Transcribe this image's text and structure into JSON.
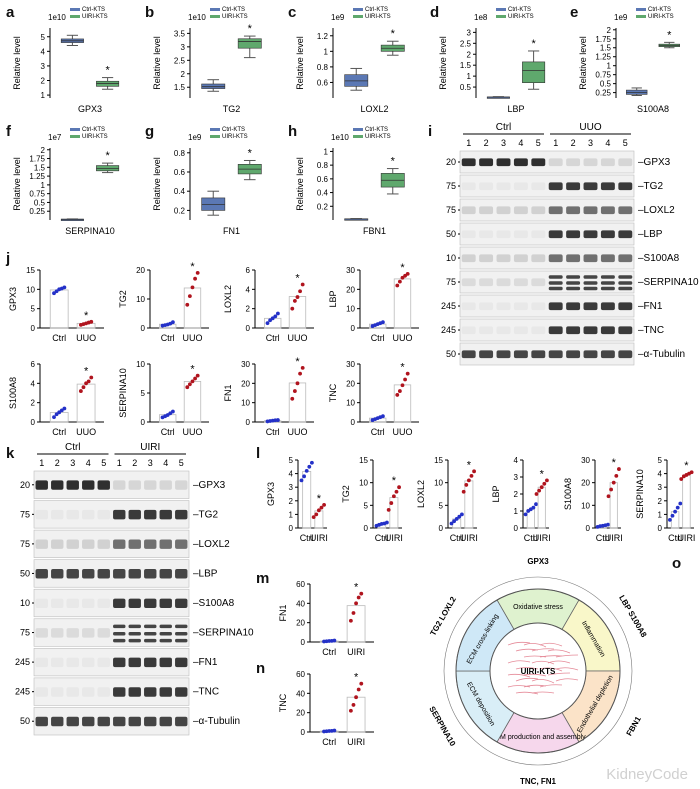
{
  "panel_letters": {
    "a": "a",
    "b": "b",
    "c": "c",
    "d": "d",
    "e": "e",
    "f": "f",
    "g": "g",
    "h": "h",
    "i": "i",
    "j": "j",
    "k": "k",
    "l": "l",
    "m": "m",
    "n": "n",
    "o": "o"
  },
  "legend": {
    "ctrl": "Ctrl-KTS",
    "uiri": "UIRI-KTS"
  },
  "box_ylabel": "Relative level",
  "colors": {
    "ctrl_box": "#5b78b4",
    "uiri_box": "#5fa86d",
    "dot_blue": "#2431c8",
    "dot_red": "#b0141e",
    "blot_dark": "#1a1a1a"
  },
  "blot_i": {
    "groups": [
      "Ctrl",
      "UUO"
    ],
    "lanes": [
      "1",
      "2",
      "3",
      "4",
      "5",
      "1",
      "2",
      "3",
      "4",
      "5"
    ],
    "rows": [
      {
        "name": "GPX3",
        "marker": "20",
        "pattern": "ctrl"
      },
      {
        "name": "TG2",
        "marker": "75",
        "pattern": "uuo"
      },
      {
        "name": "LOXL2",
        "marker": "75",
        "pattern": "uuo_light"
      },
      {
        "name": "LBP",
        "marker": "50",
        "pattern": "uuo"
      },
      {
        "name": "S100A8",
        "marker": "10",
        "pattern": "uuo_light"
      },
      {
        "name": "SERPINA10",
        "marker": "75",
        "pattern": "uuo_multi"
      },
      {
        "name": "FN1",
        "marker": "245",
        "pattern": "uuo"
      },
      {
        "name": "TNC",
        "marker": "245",
        "pattern": "uuo"
      },
      {
        "name": "α-Tubulin",
        "marker": "50",
        "pattern": "all"
      }
    ]
  },
  "blot_k": {
    "groups": [
      "Ctrl",
      "UIRI"
    ],
    "lanes": [
      "1",
      "2",
      "3",
      "4",
      "5",
      "1",
      "2",
      "3",
      "4",
      "5"
    ],
    "rows": [
      {
        "name": "GPX3",
        "marker": "20",
        "pattern": "ctrl"
      },
      {
        "name": "TG2",
        "marker": "75",
        "pattern": "uuo"
      },
      {
        "name": "LOXL2",
        "marker": "75",
        "pattern": "uuo_light"
      },
      {
        "name": "LBP",
        "marker": "50",
        "pattern": "all"
      },
      {
        "name": "S100A8",
        "marker": "10",
        "pattern": "uuo"
      },
      {
        "name": "SERPINA10",
        "marker": "75",
        "pattern": "uuo_multi"
      },
      {
        "name": "FN1",
        "marker": "245",
        "pattern": "uuo"
      },
      {
        "name": "TNC",
        "marker": "245",
        "pattern": "uuo"
      },
      {
        "name": "α-Tubulin",
        "marker": "50",
        "pattern": "all"
      }
    ]
  },
  "wheel": {
    "center": "UIRI-KTS",
    "sectors": [
      "Oxidative stress",
      "Inflammation",
      "Endothelial depletion",
      "ECM production and assembly",
      "ECM deposition",
      "ECM cross-linking"
    ],
    "genes": [
      "GPX3",
      "LBP  S100A8",
      "FBN1",
      "TNC,  FN1",
      "SERPINA10",
      "TG2  LOXL2"
    ]
  },
  "watermark": "KidneyCode",
  "chart_data": [
    {
      "id": "a",
      "type": "box",
      "title": "",
      "exponent": "1e10",
      "xlabel": "GPX3",
      "ylabel": "Relative level",
      "ylim": [
        0.8,
        5.6
      ],
      "ticks": [
        1,
        2,
        3,
        4,
        5
      ],
      "series": [
        {
          "name": "Ctrl-KTS",
          "min": 4.4,
          "q1": 4.6,
          "median": 4.72,
          "q3": 4.85,
          "max": 5.1
        },
        {
          "name": "UIRI-KTS",
          "min": 1.4,
          "q1": 1.6,
          "median": 1.8,
          "q3": 1.95,
          "max": 2.2
        }
      ],
      "star": "*"
    },
    {
      "id": "b",
      "type": "box",
      "title": "",
      "exponent": "1e10",
      "xlabel": "TG2",
      "ylabel": "Relative level",
      "ylim": [
        1.1,
        3.7
      ],
      "ticks": [
        1.5,
        2.0,
        2.5,
        3.0,
        3.5
      ],
      "series": [
        {
          "name": "Ctrl-KTS",
          "min": 1.35,
          "q1": 1.45,
          "median": 1.52,
          "q3": 1.62,
          "max": 1.78
        },
        {
          "name": "UIRI-KTS",
          "min": 2.6,
          "q1": 2.95,
          "median": 3.2,
          "q3": 3.3,
          "max": 3.4
        }
      ],
      "star": "*"
    },
    {
      "id": "c",
      "type": "box",
      "title": "",
      "exponent": "1e9",
      "xlabel": "LOXL2",
      "ylabel": "Relative level",
      "ylim": [
        0.4,
        1.3
      ],
      "ticks": [
        0.6,
        0.8,
        1.0,
        1.2
      ],
      "series": [
        {
          "name": "Ctrl-KTS",
          "min": 0.5,
          "q1": 0.55,
          "median": 0.62,
          "q3": 0.7,
          "max": 0.78
        },
        {
          "name": "UIRI-KTS",
          "min": 0.95,
          "q1": 1.0,
          "median": 1.04,
          "q3": 1.08,
          "max": 1.13
        }
      ],
      "star": "*"
    },
    {
      "id": "d",
      "type": "box",
      "title": "",
      "exponent": "1e8",
      "xlabel": "LBP",
      "ylabel": "Relative level",
      "ylim": [
        0,
        3.2
      ],
      "ticks": [
        0.5,
        1.0,
        1.5,
        2.0,
        2.5,
        3.0
      ],
      "series": [
        {
          "name": "Ctrl-KTS",
          "min": 0.02,
          "q1": 0.03,
          "median": 0.04,
          "q3": 0.05,
          "max": 0.06
        },
        {
          "name": "UIRI-KTS",
          "min": 0.4,
          "q1": 0.7,
          "median": 1.25,
          "q3": 1.65,
          "max": 2.15
        }
      ],
      "star": "*"
    },
    {
      "id": "e",
      "type": "box",
      "title": "",
      "exponent": "1e9",
      "xlabel": "S100A8",
      "ylabel": "Relative level",
      "ylim": [
        0.1,
        2.05
      ],
      "ticks": [
        0.25,
        0.5,
        0.75,
        1.0,
        1.25,
        1.5,
        1.75,
        2.0
      ],
      "series": [
        {
          "name": "Ctrl-KTS",
          "min": 0.17,
          "q1": 0.2,
          "median": 0.25,
          "q3": 0.32,
          "max": 0.38
        },
        {
          "name": "UIRI-KTS",
          "min": 1.5,
          "q1": 1.53,
          "median": 1.56,
          "q3": 1.6,
          "max": 1.65
        }
      ],
      "star": "*"
    },
    {
      "id": "f",
      "type": "box",
      "title": "",
      "exponent": "1e7",
      "xlabel": "SERPINA10",
      "ylabel": "Relative level",
      "ylim": [
        0,
        2.05
      ],
      "ticks": [
        0.25,
        0.5,
        0.75,
        1.0,
        1.25,
        1.5,
        1.75,
        2.0
      ],
      "series": [
        {
          "name": "Ctrl-KTS",
          "min": 0.01,
          "q1": 0.015,
          "median": 0.02,
          "q3": 0.025,
          "max": 0.03
        },
        {
          "name": "UIRI-KTS",
          "min": 1.35,
          "q1": 1.4,
          "median": 1.47,
          "q3": 1.55,
          "max": 1.62
        }
      ],
      "star": "*"
    },
    {
      "id": "g",
      "type": "box",
      "title": "",
      "exponent": "1e9",
      "xlabel": "FN1",
      "ylabel": "Relative level",
      "ylim": [
        0.1,
        0.85
      ],
      "ticks": [
        0.2,
        0.4,
        0.6,
        0.8
      ],
      "series": [
        {
          "name": "Ctrl-KTS",
          "min": 0.15,
          "q1": 0.2,
          "median": 0.26,
          "q3": 0.33,
          "max": 0.4
        },
        {
          "name": "UIRI-KTS",
          "min": 0.52,
          "q1": 0.58,
          "median": 0.63,
          "q3": 0.68,
          "max": 0.72
        }
      ],
      "star": "*"
    },
    {
      "id": "h",
      "type": "box",
      "title": "",
      "exponent": "1e10",
      "xlabel": "FBN1",
      "ylabel": "Relative level",
      "ylim": [
        0,
        1.05
      ],
      "ticks": [
        0.2,
        0.4,
        0.6,
        0.8,
        1.0
      ],
      "series": [
        {
          "name": "Ctrl-KTS",
          "min": 0.01,
          "q1": 0.012,
          "median": 0.015,
          "q3": 0.018,
          "max": 0.02
        },
        {
          "name": "UIRI-KTS",
          "min": 0.38,
          "q1": 0.48,
          "median": 0.58,
          "q3": 0.68,
          "max": 0.75
        }
      ],
      "star": "*"
    },
    {
      "id": "j1",
      "type": "dot-bar",
      "ylabel": "GPX3",
      "categories": [
        "Ctrl",
        "UUO"
      ],
      "ylim": [
        0,
        15
      ],
      "ticks": [
        0,
        5,
        10,
        15
      ],
      "ctrl": [
        9,
        9.5,
        10,
        10.2,
        10.5
      ],
      "case": [
        0.8,
        1,
        1.2,
        1.4,
        1.6
      ],
      "star": "*"
    },
    {
      "id": "j2",
      "type": "dot-bar",
      "ylabel": "TG2",
      "categories": [
        "Ctrl",
        "UUO"
      ],
      "ylim": [
        0,
        20
      ],
      "ticks": [
        0,
        10,
        20
      ],
      "ctrl": [
        0.8,
        1,
        1.2,
        1.5,
        2
      ],
      "case": [
        8,
        11,
        14,
        17,
        19
      ],
      "star": "*"
    },
    {
      "id": "j3",
      "type": "dot-bar",
      "ylabel": "LOXL2",
      "categories": [
        "Ctrl",
        "UUO"
      ],
      "ylim": [
        0,
        6
      ],
      "ticks": [
        0,
        2,
        4,
        6
      ],
      "ctrl": [
        0.5,
        0.8,
        1,
        1.2,
        1.5
      ],
      "case": [
        2,
        2.8,
        3.2,
        3.8,
        4.5
      ],
      "star": "*"
    },
    {
      "id": "j4",
      "type": "dot-bar",
      "ylabel": "LBP",
      "categories": [
        "Ctrl",
        "UUO"
      ],
      "ylim": [
        0,
        30
      ],
      "ticks": [
        0,
        10,
        20,
        30
      ],
      "ctrl": [
        1,
        1.5,
        2,
        2.5,
        3
      ],
      "case": [
        22,
        24,
        26,
        27,
        28
      ],
      "star": "*"
    },
    {
      "id": "j5",
      "type": "dot-bar",
      "ylabel": "S100A8",
      "categories": [
        "Ctrl",
        "UUO"
      ],
      "ylim": [
        0,
        6
      ],
      "ticks": [
        0,
        2,
        4,
        6
      ],
      "ctrl": [
        0.5,
        0.8,
        1,
        1.2,
        1.4
      ],
      "case": [
        3.2,
        3.6,
        4,
        4.2,
        4.6
      ],
      "star": "*"
    },
    {
      "id": "j6",
      "type": "dot-bar",
      "ylabel": "SERPINA10",
      "categories": [
        "Ctrl",
        "UUO"
      ],
      "ylim": [
        0,
        10
      ],
      "ticks": [
        0,
        5,
        10
      ],
      "ctrl": [
        0.8,
        1,
        1.2,
        1.5,
        1.8
      ],
      "case": [
        6,
        6.5,
        7,
        7.5,
        8
      ],
      "star": "*"
    },
    {
      "id": "j7",
      "type": "dot-bar",
      "ylabel": "FN1",
      "categories": [
        "Ctrl",
        "UUO"
      ],
      "ylim": [
        0,
        30
      ],
      "ticks": [
        0,
        10,
        20,
        30
      ],
      "ctrl": [
        0.3,
        0.5,
        0.7,
        0.9,
        1
      ],
      "case": [
        12,
        16,
        20,
        25,
        28
      ],
      "star": "*"
    },
    {
      "id": "j8",
      "type": "dot-bar",
      "ylabel": "TNC",
      "categories": [
        "Ctrl",
        "UUO"
      ],
      "ylim": [
        0,
        30
      ],
      "ticks": [
        0,
        10,
        20,
        30
      ],
      "ctrl": [
        1,
        1.5,
        2,
        2.5,
        3
      ],
      "case": [
        14,
        16,
        19,
        22,
        25
      ],
      "star": "*"
    },
    {
      "id": "l1",
      "type": "dot-bar",
      "ylabel": "GPX3",
      "categories": [
        "Ctrl",
        "UIRI"
      ],
      "ylim": [
        0,
        5
      ],
      "ticks": [
        0,
        1,
        2,
        3,
        4,
        5
      ],
      "ctrl": [
        3.5,
        3.8,
        4.2,
        4.5,
        4.8
      ],
      "case": [
        0.8,
        1,
        1.3,
        1.5,
        1.7
      ],
      "star": "*"
    },
    {
      "id": "l2",
      "type": "dot-bar",
      "ylabel": "TG2",
      "categories": [
        "Ctrl",
        "UIRI"
      ],
      "ylim": [
        0,
        15
      ],
      "ticks": [
        0,
        5,
        10,
        15
      ],
      "ctrl": [
        0.5,
        0.7,
        0.9,
        1,
        1.2
      ],
      "case": [
        4,
        5.5,
        7,
        8,
        9
      ],
      "star": "*"
    },
    {
      "id": "l3",
      "type": "dot-bar",
      "ylabel": "LOXL2",
      "categories": [
        "Ctrl",
        "UIRI"
      ],
      "ylim": [
        0,
        15
      ],
      "ticks": [
        0,
        5,
        10,
        15
      ],
      "ctrl": [
        1,
        1.5,
        2,
        2.5,
        3
      ],
      "case": [
        8,
        9.5,
        10.5,
        11.5,
        12.5
      ],
      "star": "*"
    },
    {
      "id": "l4",
      "type": "dot-bar",
      "ylabel": "LBP",
      "categories": [
        "Ctrl",
        "UIRI"
      ],
      "ylim": [
        0,
        4
      ],
      "ticks": [
        0,
        1,
        2,
        3,
        4
      ],
      "ctrl": [
        0.8,
        1,
        1.1,
        1.2,
        1.4
      ],
      "case": [
        2,
        2.2,
        2.4,
        2.6,
        2.8
      ],
      "star": "*"
    },
    {
      "id": "l5",
      "type": "dot-bar",
      "ylabel": "S100A8",
      "categories": [
        "Ctrl",
        "UIRI"
      ],
      "ylim": [
        0,
        30
      ],
      "ticks": [
        0,
        10,
        20,
        30
      ],
      "ctrl": [
        0.5,
        0.8,
        1,
        1.2,
        1.5
      ],
      "case": [
        14,
        17,
        20,
        23,
        26
      ],
      "star": "*"
    },
    {
      "id": "l6",
      "type": "dot-bar",
      "ylabel": "SERPINA10",
      "categories": [
        "Ctrl",
        "UIRI"
      ],
      "ylim": [
        0,
        5
      ],
      "ticks": [
        0,
        1,
        2,
        3,
        4,
        5
      ],
      "ctrl": [
        0.6,
        0.9,
        1.2,
        1.5,
        1.8
      ],
      "case": [
        3.6,
        3.8,
        3.9,
        4,
        4.1
      ],
      "star": "*"
    },
    {
      "id": "m",
      "type": "dot-bar",
      "ylabel": "FN1",
      "categories": [
        "Ctrl",
        "UIRI"
      ],
      "ylim": [
        0,
        60
      ],
      "ticks": [
        0,
        20,
        40,
        60
      ],
      "ctrl": [
        0.5,
        0.8,
        1,
        1.2,
        1.5
      ],
      "case": [
        22,
        30,
        40,
        46,
        50
      ],
      "star": "*"
    },
    {
      "id": "n",
      "type": "dot-bar",
      "ylabel": "TNC",
      "categories": [
        "Ctrl",
        "UIRI"
      ],
      "ylim": [
        0,
        60
      ],
      "ticks": [
        0,
        20,
        40,
        60
      ],
      "ctrl": [
        0.5,
        0.8,
        1,
        1.2,
        1.5
      ],
      "case": [
        22,
        28,
        36,
        44,
        50
      ],
      "star": "*"
    }
  ]
}
